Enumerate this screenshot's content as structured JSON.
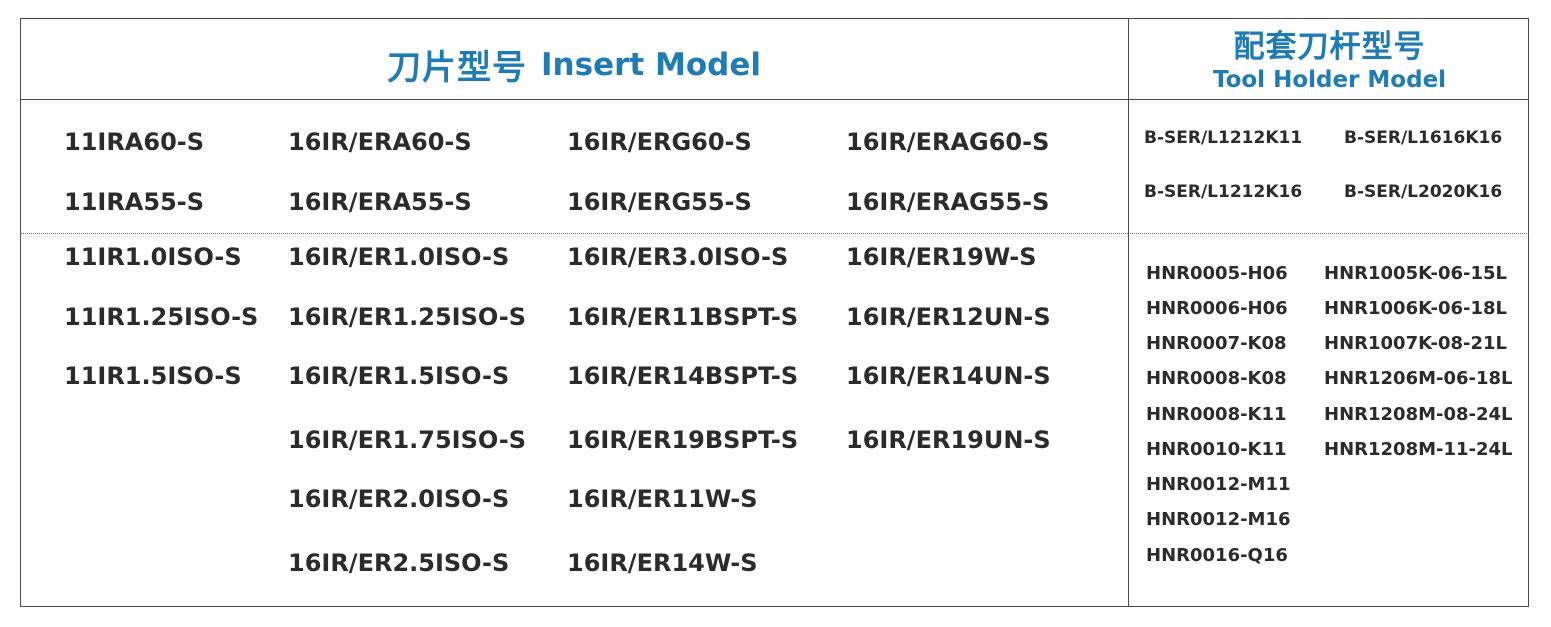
{
  "header": {
    "insert_cn": "刀片型号",
    "insert_en": "Insert Model",
    "holder_cn": "配套刀杆型号",
    "holder_en": "Tool Holder Model"
  },
  "inserts_top": [
    [
      "11IRA60-S",
      "16IR/ERA60-S",
      "16IR/ERG60-S",
      "16IR/ERAG60-S"
    ],
    [
      "11IRA55-S",
      "16IR/ERA55-S",
      "16IR/ERG55-S",
      "16IR/ERAG55-S"
    ]
  ],
  "inserts_bottom": {
    "col1": [
      "11IR1.0ISO-S",
      "11IR1.25ISO-S",
      "11IR1.5ISO-S"
    ],
    "col2": [
      "16IR/ER1.0ISO-S",
      "16IR/ER1.25ISO-S",
      "16IR/ER1.5ISO-S",
      "16IR/ER1.75ISO-S",
      "16IR/ER2.0ISO-S",
      "16IR/ER2.5ISO-S"
    ],
    "col3": [
      "16IR/ER3.0ISO-S",
      "16IR/ER11BSPT-S",
      "16IR/ER14BSPT-S",
      "16IR/ER19BSPT-S",
      "16IR/ER11W-S",
      "16IR/ER14W-S"
    ],
    "col4": [
      "16IR/ER19W-S",
      "16IR/ER12UN-S",
      "16IR/ER14UN-S",
      "16IR/ER19UN-S"
    ]
  },
  "holders_top": [
    [
      "B-SER/L1212K11",
      "B-SER/L1616K16"
    ],
    [
      "B-SER/L1212K16",
      "B-SER/L2020K16"
    ]
  ],
  "holders_bottom": {
    "col1": [
      "HNR0005-H06",
      "HNR0006-H06",
      "HNR0007-K08",
      "HNR0008-K08",
      "HNR0008-K11",
      "HNR0010-K11",
      "HNR0012-M11",
      "HNR0012-M16",
      "HNR0016-Q16"
    ],
    "col2": [
      "HNR1005K-06-15L",
      "HNR1006K-06-18L",
      "HNR1007K-08-21L",
      "HNR1206M-06-18L",
      "HNR1208M-08-24L",
      "HNR1208M-11-24L"
    ]
  },
  "colors": {
    "accent": "#1f7bb4",
    "text": "#2b2b2b",
    "border": "#4a4a4a"
  }
}
